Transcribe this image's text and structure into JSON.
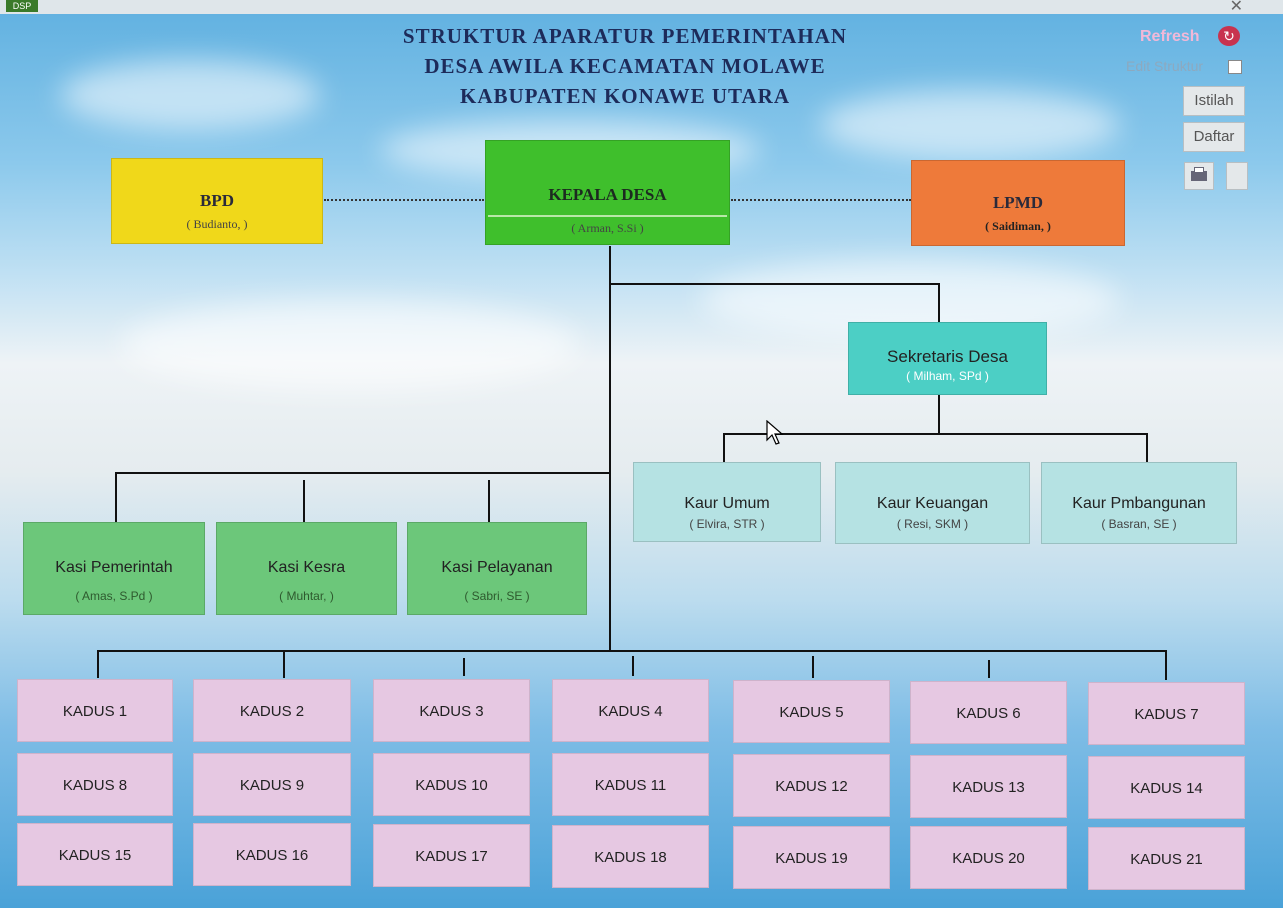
{
  "window": {
    "app_icon_label": "DSP"
  },
  "header": {
    "line1": "STRUKTUR APARATUR PEMERINTAHAN",
    "line2": "DESA  AWILA KECAMATAN  MOLAWE",
    "line3": "KABUPATEN  KONAWE UTARA"
  },
  "controls": {
    "refresh_label": "Refresh",
    "edit_struktur_label": "Edit Struktur",
    "istilah_label": "Istilah",
    "daftar_label": "Daftar"
  },
  "org": {
    "bpd": {
      "title": "BPD",
      "name": "( Budianto,  )"
    },
    "kepala": {
      "title": "KEPALA DESA",
      "name": "( Arman, S.Si )"
    },
    "lpmd": {
      "title": "LPMD",
      "name": "( Saidiman,  )"
    },
    "sekretaris": {
      "title": "Sekretaris Desa",
      "name": "( Milham, SPd )"
    },
    "kaur": [
      {
        "title": "Kaur Umum",
        "name": "( Elvira, STR )"
      },
      {
        "title": "Kaur Keuangan",
        "name": "( Resi, SKM )"
      },
      {
        "title": "Kaur Pmbangunan",
        "name": "( Basran, SE )"
      }
    ],
    "kasi": [
      {
        "title": "Kasi Pemerintah",
        "name": "( Amas, S.Pd )"
      },
      {
        "title": "Kasi Kesra",
        "name": "( Muhtar,  )"
      },
      {
        "title": "Kasi Pelayanan",
        "name": "( Sabri, SE )"
      }
    ],
    "kadus": [
      "KADUS 1",
      "KADUS 2",
      "KADUS 3",
      "KADUS 4",
      "KADUS 5",
      "KADUS 6",
      "KADUS 7",
      "KADUS 8",
      "KADUS 9",
      "KADUS 10",
      "KADUS 11",
      "KADUS 12",
      "KADUS 13",
      "KADUS 14",
      "KADUS 15",
      "KADUS 16",
      "KADUS 17",
      "KADUS 18",
      "KADUS 19",
      "KADUS 20",
      "KADUS 21"
    ]
  },
  "colors": {
    "bpd": "#f0d81a",
    "kepala": "#3fbf2c",
    "lpmd": "#ee7a3a",
    "sekretaris": "#4ccfc5",
    "kaur": "#b5e2e3",
    "kasi": "#6cc77a",
    "kadus": "#e6c8e2"
  }
}
